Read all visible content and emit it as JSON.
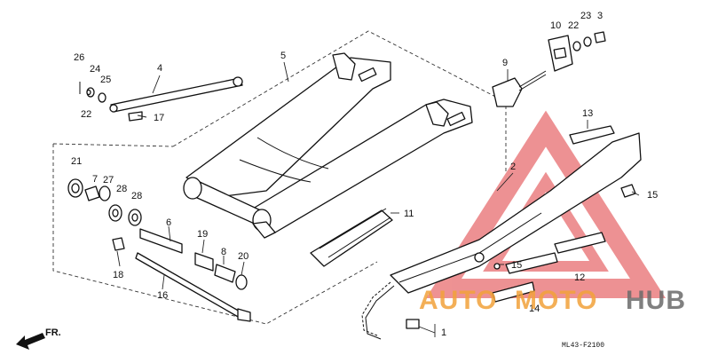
{
  "parts": [
    {
      "id": "p1",
      "label": "1"
    },
    {
      "id": "p2",
      "label": "2"
    },
    {
      "id": "p3",
      "label": "3"
    },
    {
      "id": "p4",
      "label": "4"
    },
    {
      "id": "p5",
      "label": "5"
    },
    {
      "id": "p6",
      "label": "6"
    },
    {
      "id": "p7",
      "label": "7"
    },
    {
      "id": "p8",
      "label": "8"
    },
    {
      "id": "p9",
      "label": "9"
    },
    {
      "id": "p10",
      "label": "10"
    },
    {
      "id": "p11",
      "label": "11"
    },
    {
      "id": "p12",
      "label": "12"
    },
    {
      "id": "p13",
      "label": "13"
    },
    {
      "id": "p14",
      "label": "14"
    },
    {
      "id": "p15a",
      "label": "15"
    },
    {
      "id": "p15b",
      "label": "15"
    },
    {
      "id": "p16",
      "label": "16"
    },
    {
      "id": "p17",
      "label": "17"
    },
    {
      "id": "p18",
      "label": "18"
    },
    {
      "id": "p19",
      "label": "19"
    },
    {
      "id": "p20",
      "label": "20"
    },
    {
      "id": "p21",
      "label": "21"
    },
    {
      "id": "p22a",
      "label": "22"
    },
    {
      "id": "p22b",
      "label": "22"
    },
    {
      "id": "p23",
      "label": "23"
    },
    {
      "id": "p24",
      "label": "24"
    },
    {
      "id": "p25",
      "label": "25"
    },
    {
      "id": "p26",
      "label": "26"
    },
    {
      "id": "p27",
      "label": "27"
    },
    {
      "id": "p28a",
      "label": "28"
    },
    {
      "id": "p28b",
      "label": "28"
    }
  ],
  "direction_label": "FR.",
  "diagram_code": "ML43-F2100",
  "watermark": {
    "text_auto": "AUTO",
    "text_moto": "MOTO",
    "text_hub": "HUB",
    "color_orange": "#f2a23a",
    "color_gray": "#6b6b6b",
    "color_red": "#e0393b"
  }
}
